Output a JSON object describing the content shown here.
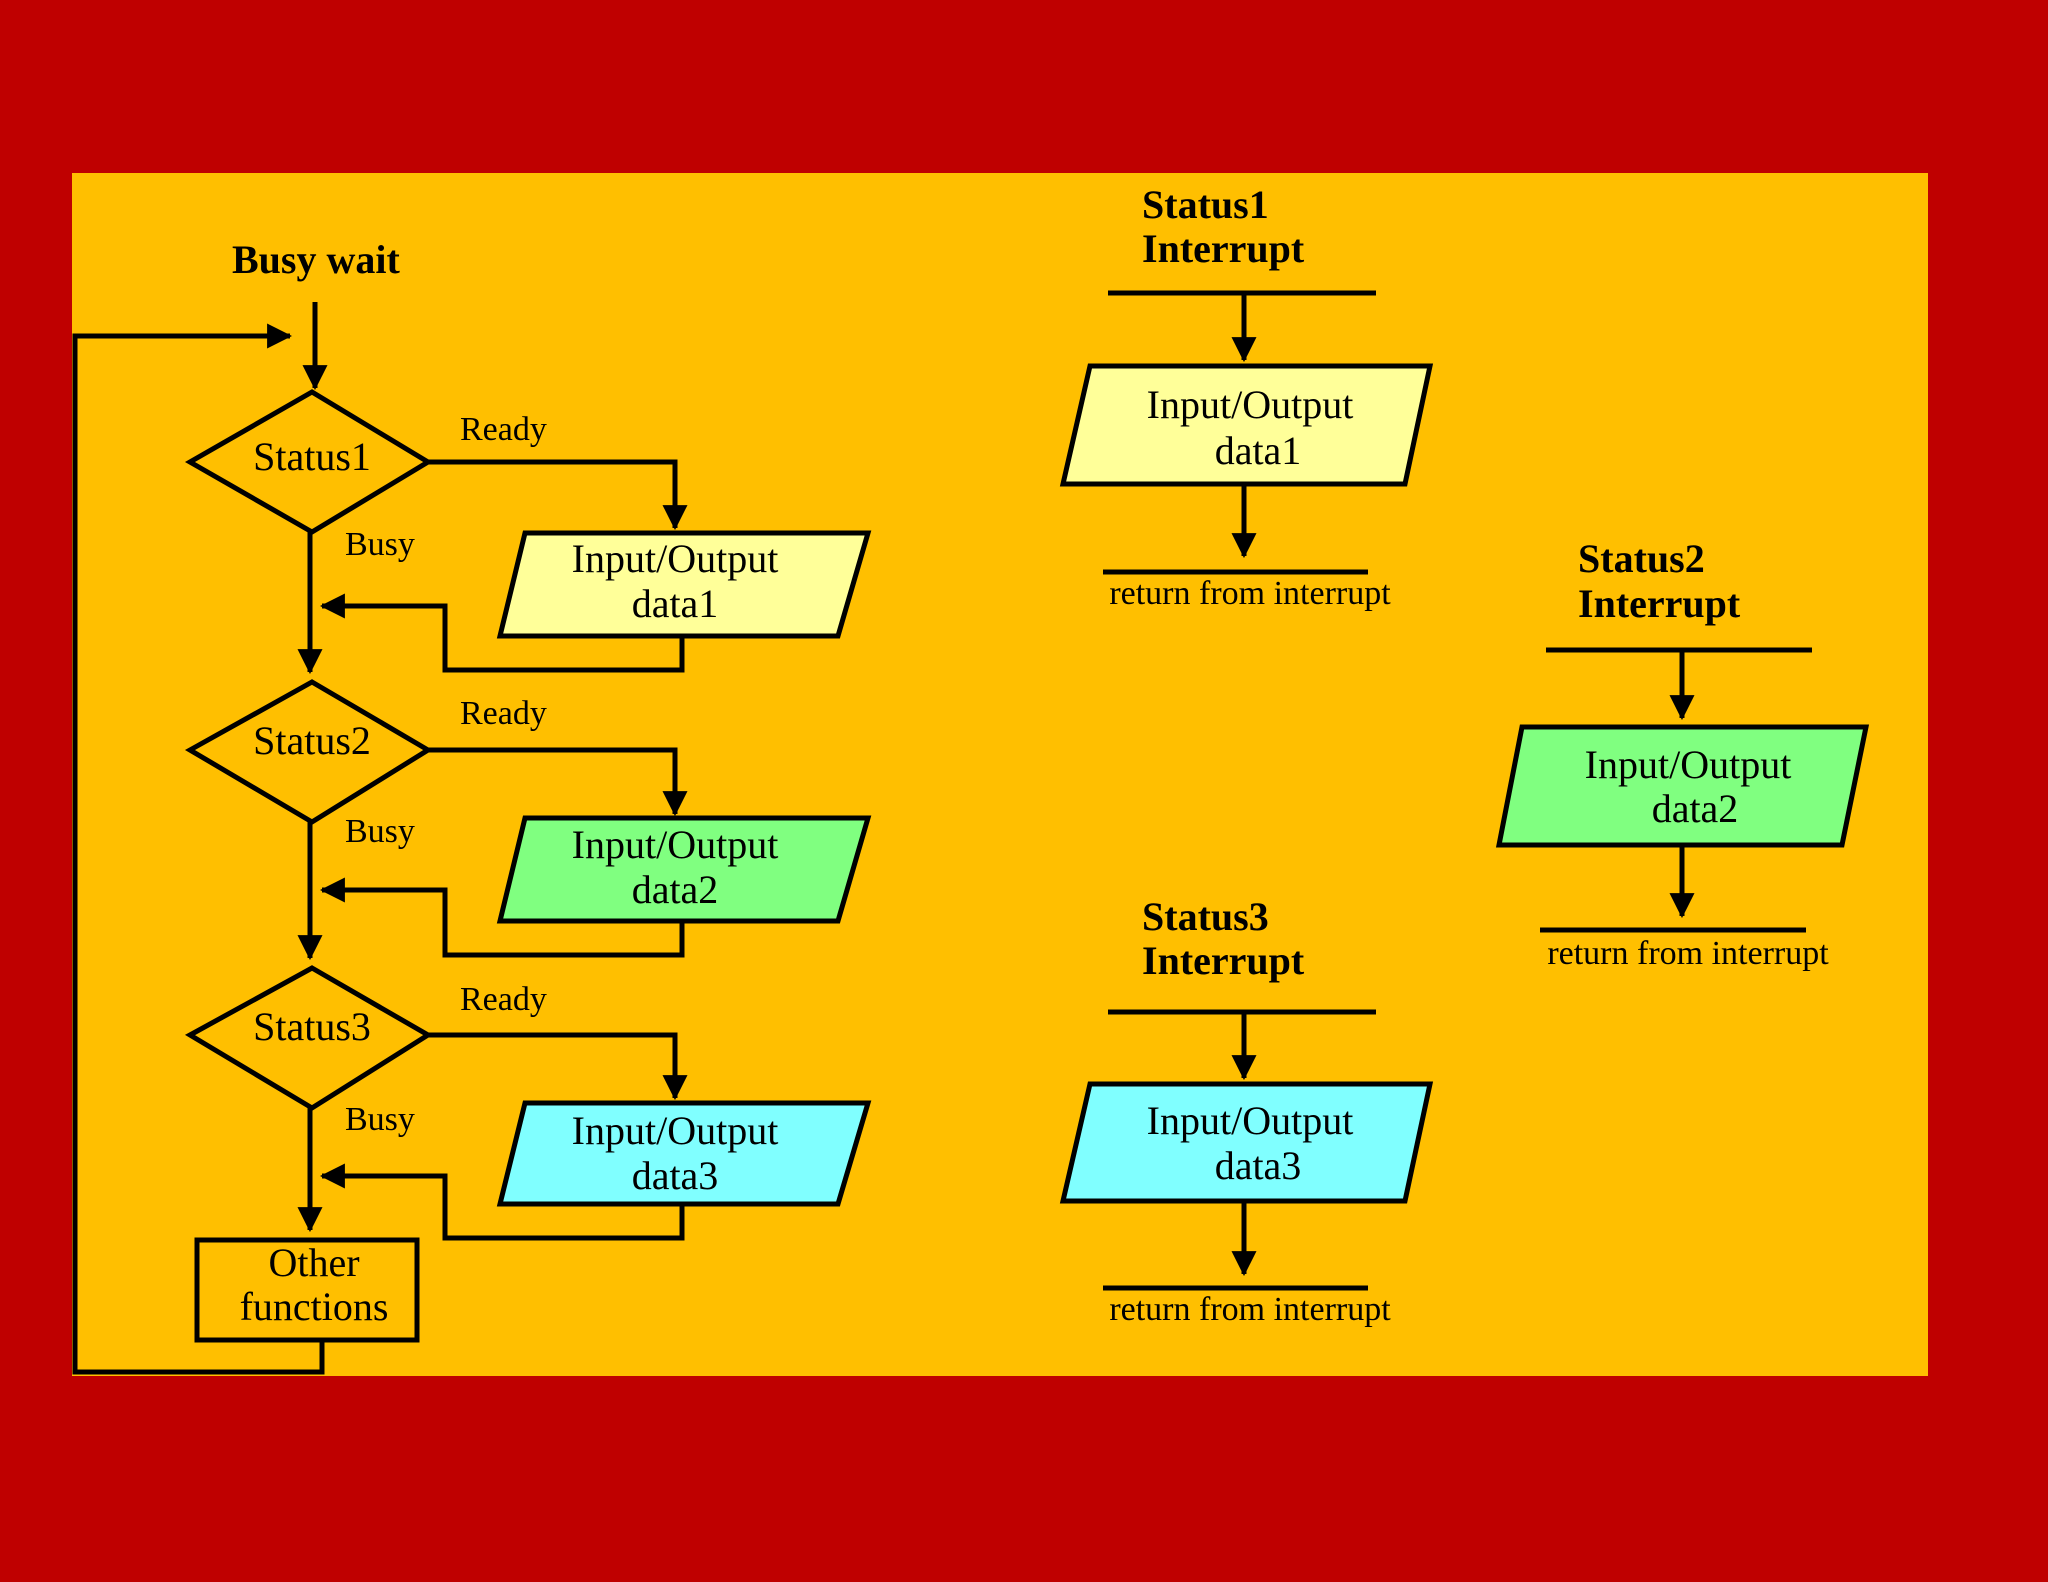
{
  "colors": {
    "background": "#bf0000",
    "panel": "#ffbf00",
    "data1_fill": "#ffff99",
    "data2_fill": "#80ff80",
    "data3_fill": "#80ffff",
    "stroke": "#000000"
  },
  "busy_wait": {
    "title": "Busy wait",
    "status1": {
      "label": "Status1",
      "ready": "Ready",
      "busy": "Busy",
      "io_line1": "Input/Output",
      "io_line2": "data1"
    },
    "status2": {
      "label": "Status2",
      "ready": "Ready",
      "busy": "Busy",
      "io_line1": "Input/Output",
      "io_line2": "data2"
    },
    "status3": {
      "label": "Status3",
      "ready": "Ready",
      "busy": "Busy",
      "io_line1": "Input/Output",
      "io_line2": "data3"
    },
    "other_line1": "Other",
    "other_line2": "functions"
  },
  "interrupts": {
    "int1": {
      "title_line1": "Status1",
      "title_line2": "Interrupt",
      "io_line1": "Input/Output",
      "io_line2": "data1",
      "return_text": "return from interrupt"
    },
    "int2": {
      "title_line1": "Status2",
      "title_line2": "Interrupt",
      "io_line1": "Input/Output",
      "io_line2": "data2",
      "return_text": "return from interrupt"
    },
    "int3": {
      "title_line1": "Status3",
      "title_line2": "Interrupt",
      "io_line1": "Input/Output",
      "io_line2": "data3",
      "return_text": "return from interrupt"
    }
  }
}
